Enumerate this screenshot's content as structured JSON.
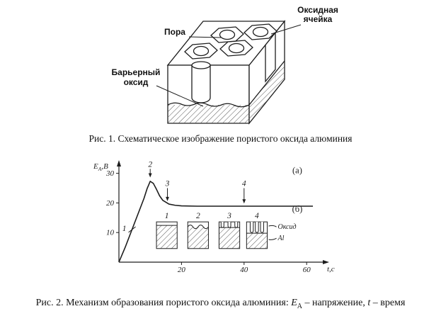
{
  "page": {
    "background": "#ffffff",
    "ink": "#1d1d1d"
  },
  "fig1": {
    "labels": {
      "oxide_cell_1": "Оксидная",
      "oxide_cell_2": "ячейка",
      "pore": "Пора",
      "barrier_1": "Барьерный",
      "barrier_2": "оксид"
    },
    "caption": "Рис. 1. Схематическое изображение пористого оксида алюминия"
  },
  "fig2": {
    "caption_prefix": "Рис. 2. Механизм образования пористого оксида алюминия: ",
    "e_sym": "E",
    "e_sub": "А",
    "e_desc": " – напряжение, ",
    "t_sym": "t",
    "t_desc": " – время"
  },
  "chart_data": {
    "type": "line",
    "title": "",
    "xlabel": "t,с",
    "ylabel": {
      "sym": "E",
      "sub": "А",
      "unit": ",В"
    },
    "xlim": [
      0,
      65
    ],
    "ylim": [
      0,
      33
    ],
    "xticks": [
      20,
      40,
      60
    ],
    "yticks": [
      10,
      20,
      30
    ],
    "x": [
      0,
      2,
      4,
      6,
      8,
      9,
      10,
      11,
      12,
      13,
      14,
      16,
      18,
      20,
      25,
      30,
      40,
      50,
      62
    ],
    "y": [
      0,
      5,
      10.5,
      16,
      21.5,
      24.8,
      27.3,
      26.6,
      24.6,
      22.4,
      20.9,
      19.6,
      19.2,
      19,
      18.9,
      18.9,
      18.9,
      18.9,
      18.9
    ],
    "peak": {
      "x": 10,
      "y": 27.3
    },
    "plateau": 19,
    "panel_labels": [
      {
        "text": "(а)",
        "x": 57,
        "y": 30
      },
      {
        "text": "(б)",
        "x": 57,
        "y": 17
      }
    ],
    "markers": [
      {
        "label": "1",
        "type": "slash",
        "x": 4.2,
        "y": 11
      },
      {
        "label": "2",
        "type": "arrow",
        "x": 10,
        "label_y": 31.5,
        "tip_y": 28.6
      },
      {
        "label": "3",
        "type": "arrow",
        "x": 15.5,
        "label_y": 25,
        "tip_y": 20.6
      },
      {
        "label": "4",
        "type": "arrow",
        "x": 40,
        "label_y": 25,
        "tip_y": 19.8
      }
    ],
    "inset": {
      "stage_numbers": [
        "1",
        "2",
        "3",
        "4"
      ],
      "oxide_label": "Оксид",
      "al_label": "Al"
    }
  }
}
